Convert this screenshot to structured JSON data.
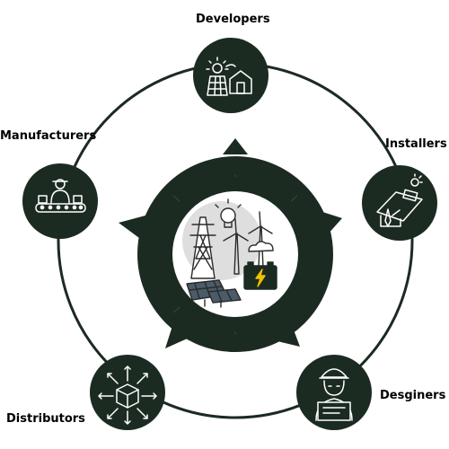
{
  "colors": {
    "dark": "#1c2b22",
    "ring": "#1c2b22",
    "bg": "#ffffff",
    "icon_stroke": "#ffffff",
    "hub_gray": "#d9d9d9"
  },
  "nodes": [
    {
      "id": "developers",
      "label": "Developers",
      "icon": "solar-house-icon"
    },
    {
      "id": "installers",
      "label": "Installers",
      "icon": "roof-solar-install-icon"
    },
    {
      "id": "desginers",
      "label": "Desginers",
      "icon": "engineer-blueprint-icon"
    },
    {
      "id": "distributors",
      "label": "Distributors",
      "icon": "box-distribution-icon"
    },
    {
      "id": "manufacturers",
      "label": "Manufacturers",
      "icon": "factory-worker-conveyor-icon"
    }
  ],
  "center": {
    "icon": "renewable-energy-illustration-icon"
  }
}
